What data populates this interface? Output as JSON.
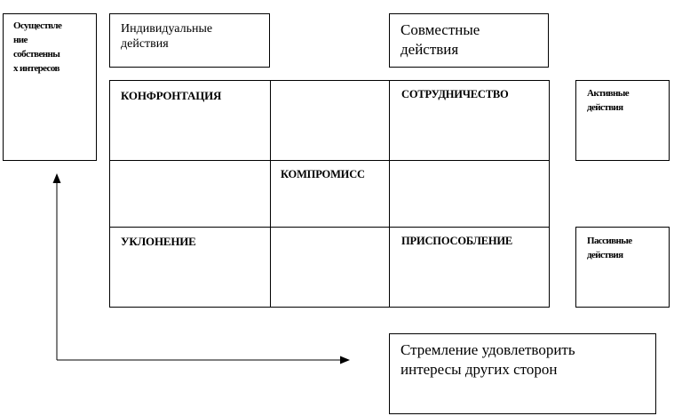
{
  "own_interests": "Осуществле\nние\nсобственны\nх интересов",
  "individual_actions": "Индивидуальные\nдействия",
  "joint_actions": "Совместные\nдействия",
  "grid": {
    "confrontation": "КОНФРОНТАЦИЯ",
    "cooperation": "СОТРУДНИЧЕСТВО",
    "compromise": "КОМПРОМИСС",
    "avoidance": "УКЛОНЕНИЕ",
    "accommodation": "ПРИСПОСОБЛЕНИЕ"
  },
  "active_actions": "Активные\nдействия",
  "passive_actions": "Пассивные\nдействия",
  "others_interests": "Стремление удовлетворить\nинтересы других  сторон"
}
